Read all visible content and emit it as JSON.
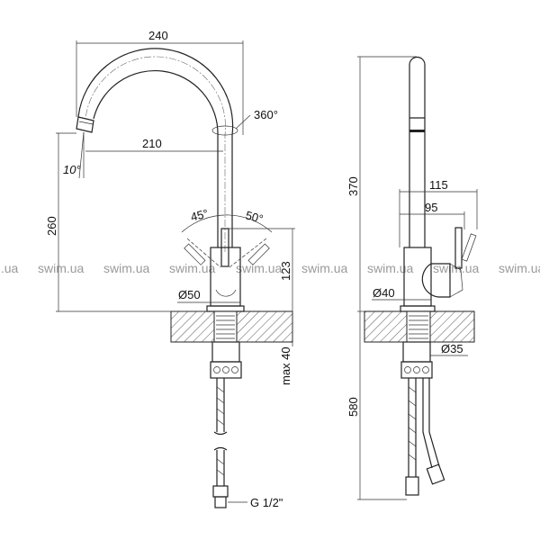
{
  "watermark": "swim.ua",
  "front_view": {
    "width_overall": "240",
    "swivel": "360°",
    "reach": "210",
    "spout_angle": "10°",
    "spout_height": "260",
    "handle_angle_left": "45°",
    "handle_angle_right": "50°",
    "body_height": "123",
    "body_diameter": "Ø50",
    "max_counter_thickness": "max 40",
    "connection": "G 1/2\""
  },
  "side_view": {
    "total_height": "370",
    "depth_handle": "115",
    "depth_body": "95",
    "spout_diameter": "Ø40",
    "shank_diameter": "Ø35",
    "hose_length": "580"
  }
}
